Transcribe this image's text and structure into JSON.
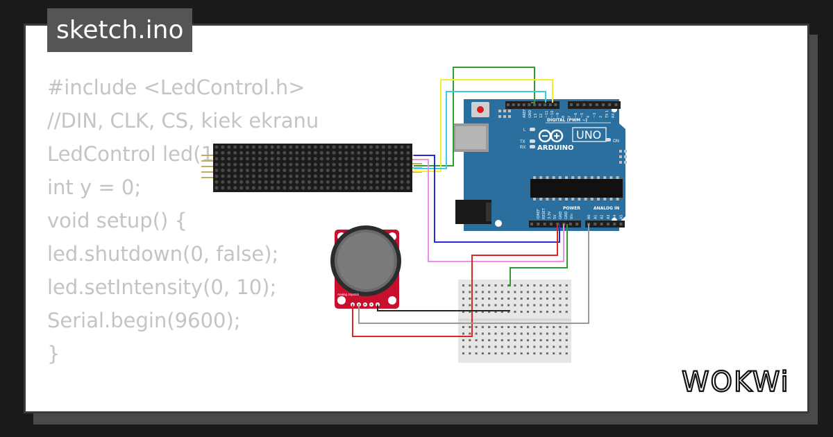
{
  "filename": "sketch.ino",
  "code_lines": [
    "#include <LedControl.h>",
    "//DIN, CLK, CS, kiek ekranu",
    "LedControl led(1",
    "int y = 0;",
    "void setup() {",
    "led.shutdown(0, false);",
    "led.setIntensity(0, 10);",
    "Serial.begin(9600);",
    "}"
  ],
  "brand": "WOKWi",
  "arduino": {
    "name": "ARDUINO",
    "model": "UNO",
    "digital_label": "DIGITAL (PWM ~)",
    "power_label": "POWER",
    "analog_label": "ANALOG IN",
    "on_label": "ON",
    "l_label": "L",
    "tx_label": "TX",
    "rx_label": "RX",
    "pin_labels_top": [
      "AREF",
      "GND",
      "13",
      "12",
      "~11",
      "~10",
      "~9",
      "8",
      "7",
      "~6",
      "~5",
      "4",
      "~3",
      "2",
      "TX 1",
      "RX 0"
    ],
    "pin_labels_power": [
      "IOREF",
      "RESET",
      "3.3V",
      "5V",
      "GND",
      "GND",
      "Vin"
    ],
    "pin_labels_analog": [
      "A0",
      "A1",
      "A2",
      "A3",
      "A4",
      "A5"
    ]
  },
  "joystick_label": "Analog Joystick",
  "colors": {
    "board": "#2b6f9e",
    "joystick_board": "#c8102e",
    "wire_green": "#2e9c2e",
    "wire_yellow": "#f5ef28",
    "wire_cyan": "#35cde8",
    "wire_blue": "#2727d8",
    "wire_pink": "#f08cf0",
    "wire_red": "#e02323",
    "wire_gray": "#999999",
    "wire_black": "#222222"
  }
}
